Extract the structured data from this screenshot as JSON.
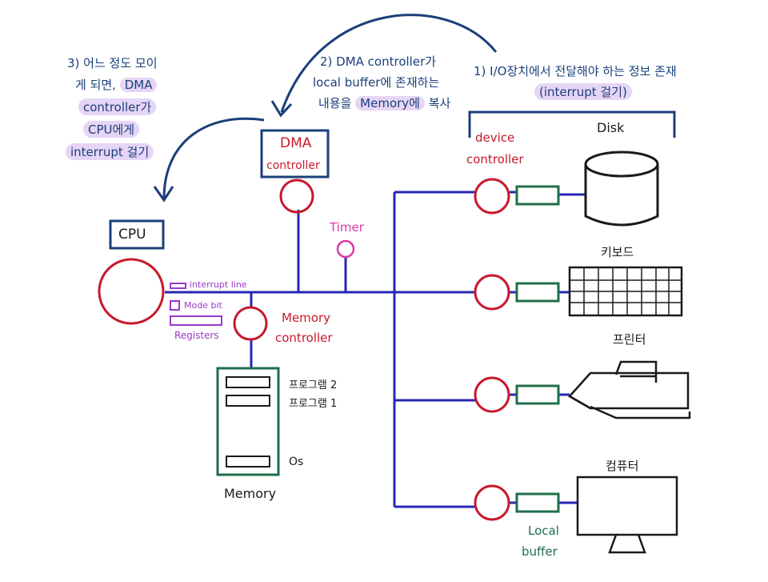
{
  "annotations": {
    "step1_line1": "1) I/O장치에서 전달해야 하는 정보 존재",
    "step1_line2": "(interrupt 걸기)",
    "step2_line1": "2) DMA controller가",
    "step2_line2": "local buffer에 존재하는",
    "step2_line3_a": "내용을 ",
    "step2_line3_b": "Memory에",
    "step2_line3_c": " 복사",
    "step3_line1": "3) 어느 정도 모이",
    "step3_line2_a": "게 되면, ",
    "step3_line2_b": "DMA",
    "step3_line3": "controller가",
    "step3_line4": "CPU에게",
    "step3_line5": "interrupt 걸기"
  },
  "components": {
    "cpu": "CPU",
    "dma_line1": "DMA",
    "dma_line2": "controller",
    "timer": "Timer",
    "interrupt_line": "interrupt line",
    "mode_bit": "Mode bit",
    "registers": "Registers",
    "memory_controller_line1": "Memory",
    "memory_controller_line2": "controller",
    "memory": "Memory",
    "program2": "프로그램 2",
    "program1": "프로그램 1",
    "os": "Os",
    "device_controller_line1": "device",
    "device_controller_line2": "controller",
    "local_buffer_line1": "Local",
    "local_buffer_line2": "buffer"
  },
  "devices": {
    "disk": "Disk",
    "keyboard": "키보드",
    "printer": "프린터",
    "computer": "컴퓨터"
  },
  "colors": {
    "bus": "#2727b5",
    "controller": "#c8192b",
    "buffer": "#1f6e4a",
    "annotation": "#1a3f7a",
    "highlight": "#e6d5f5",
    "timer": "#d83aa6",
    "cpu_parts": "#9b39c9"
  }
}
